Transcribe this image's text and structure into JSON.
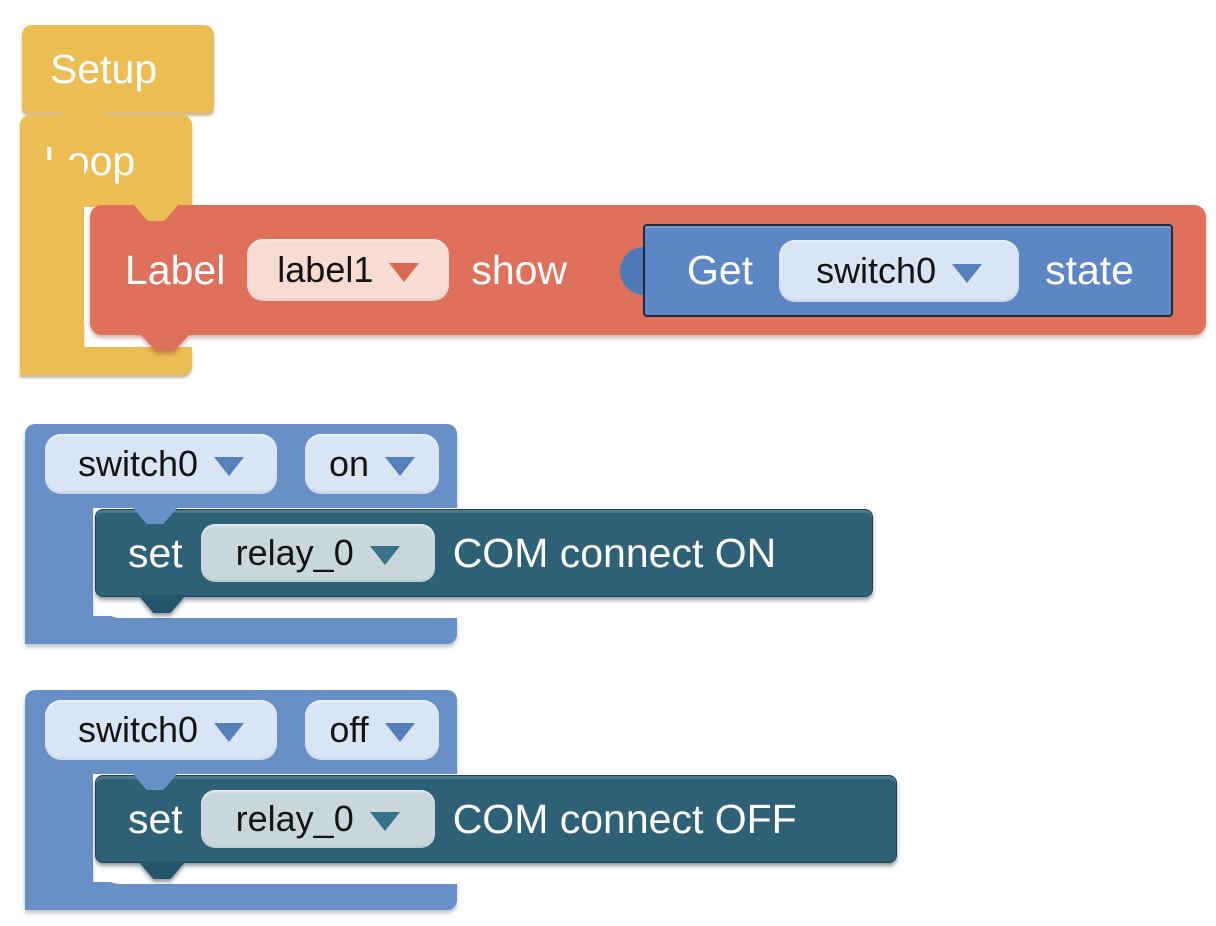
{
  "workspace": {
    "background": "#FFFFFF"
  },
  "colors": {
    "yellow_block": "#EBBD52",
    "red_block": "#DF705B",
    "red_dropdown_bg": "#F8DBD3",
    "blue_value_block": "#5C87C4",
    "blue_hat_block": "#6890C6",
    "blue_dropdown_bg": "#D9E4F5",
    "teal_block": "#2E6175",
    "teal_dropdown_bg": "#C9D7DC",
    "block_text": "#FDFDFD",
    "dropdown_text": "#141414"
  },
  "blocks": {
    "setup": {
      "label": "Setup"
    },
    "loop": {
      "label": "Loop"
    },
    "label_show": {
      "prefix": "Label",
      "dropdown_value": "label1",
      "suffix": "show"
    },
    "get_state": {
      "prefix": "Get",
      "dropdown_value": "switch0",
      "suffix": "state"
    },
    "switch_on": {
      "switch_value": "switch0",
      "state_value": "on",
      "action": {
        "prefix": "set",
        "dropdown_value": "relay_0",
        "suffix": "COM connect ON"
      }
    },
    "switch_off": {
      "switch_value": "switch0",
      "state_value": "off",
      "action": {
        "prefix": "set",
        "dropdown_value": "relay_0",
        "suffix": "COM connect OFF"
      }
    }
  }
}
